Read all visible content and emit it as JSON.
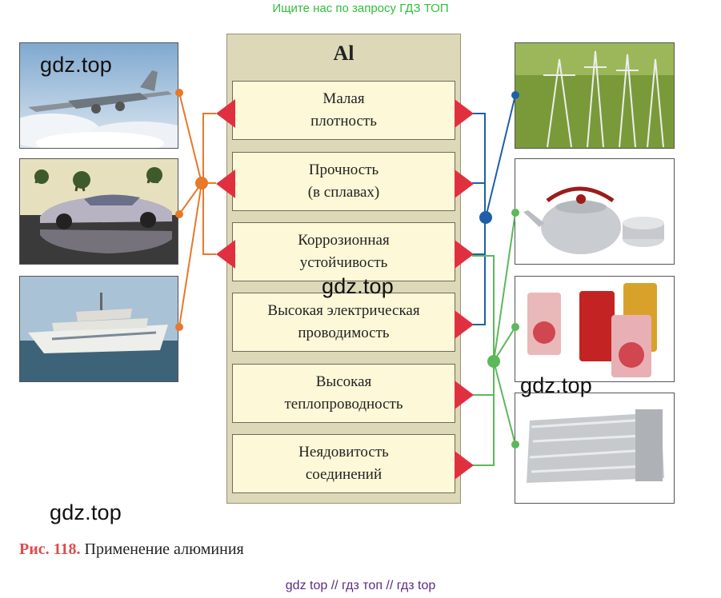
{
  "banner_top": "Ищите нас по запросу ГДЗ ТОП",
  "banner_bottom": "gdz top  //  гдз топ  //  гдз top",
  "watermark": "gdz.top",
  "element": "Al",
  "properties": [
    {
      "line1": "Малая",
      "line2": "плотность"
    },
    {
      "line1": "Прочность",
      "line2": "(в сплавах)"
    },
    {
      "line1": "Коррозионная",
      "line2": "устойчивость"
    },
    {
      "line1": "Высокая электрическая",
      "line2": "проводимость"
    },
    {
      "line1": "Высокая",
      "line2": "теплопроводность"
    },
    {
      "line1": "Неядовитость",
      "line2": "соединений"
    }
  ],
  "photos_left": [
    "airplane",
    "sports-car",
    "yacht"
  ],
  "photos_right": [
    "power-lines",
    "kettle-and-pot",
    "drink-cans",
    "aluminium-foil"
  ],
  "colors": {
    "orange": "#e8782a",
    "blue": "#1f5fa8",
    "green": "#5cb85a",
    "arrow": "#e03040"
  },
  "caption": {
    "number": "Рис. 118.",
    "text": "Применение алюминия"
  }
}
